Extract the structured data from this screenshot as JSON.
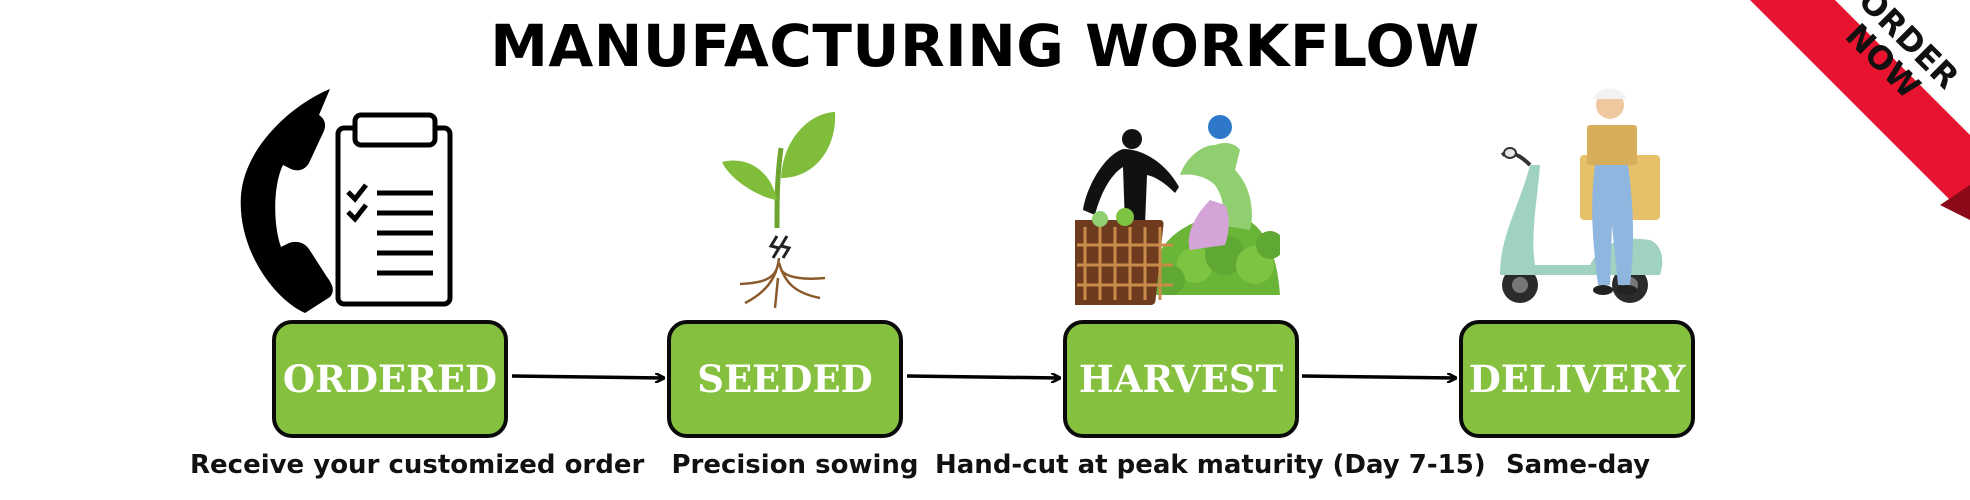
{
  "header": {
    "title": "MANUFACTURING WORKFLOW"
  },
  "badge": {
    "line1": "ORDER",
    "line2": "NOW",
    "color": "#e8132f"
  },
  "steps": [
    {
      "label": "ORDERED",
      "caption": "Receive your customized order",
      "icon": "phone-clipboard-icon"
    },
    {
      "label": "SEEDED",
      "caption": "Precision sowing",
      "icon": "sprout-icon"
    },
    {
      "label": "HARVEST",
      "caption": "Hand-cut at peak maturity (Day 7-15)",
      "icon": "harvest-workers-icon"
    },
    {
      "label": "DELIVERY",
      "caption": "Same-day",
      "icon": "delivery-scooter-icon"
    }
  ],
  "colors": {
    "box_fill": "#85c13e",
    "box_border": "#0a0a0a",
    "text": "#111111"
  }
}
